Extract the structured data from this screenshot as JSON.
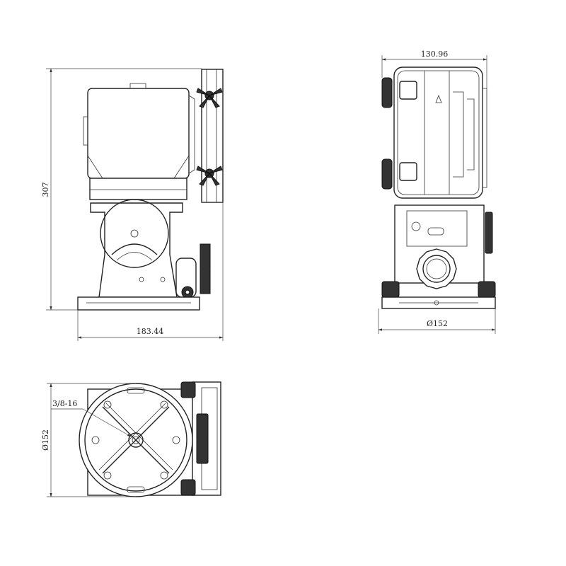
{
  "dimensions": {
    "height": "307",
    "side_width": "183.44",
    "front_width": "130.96",
    "front_base": "Ø152",
    "bottom_diameter": "Ø152",
    "thread": "3/8-16"
  }
}
